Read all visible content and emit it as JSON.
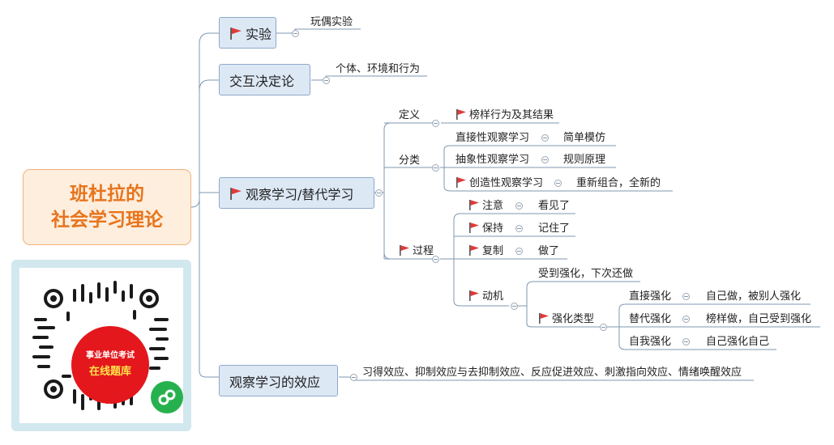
{
  "root": {
    "line1": "班杜拉的",
    "line2": "社会学习理论"
  },
  "topics": {
    "experiment": "实验",
    "interaction": "交互决定论",
    "observational": "观察学习/替代学习",
    "effects": "观察学习的效应"
  },
  "leaves": {
    "doll_experiment": "玩偶实验",
    "interaction_desc": "个体、环境和行为",
    "definition": "定义",
    "definition_desc": "榜样行为及其结果",
    "classification": "分类",
    "direct": "直接性观察学习",
    "direct_desc": "简单模仿",
    "abstract": "抽象性观察学习",
    "abstract_desc": "规则原理",
    "creative": "创造性观察学习",
    "creative_desc": "重新组合，全新的",
    "process": "过程",
    "attention": "注意",
    "attention_desc": "看见了",
    "retention": "保持",
    "retention_desc": "记住了",
    "reproduction": "复制",
    "reproduction_desc": "做了",
    "motivation": "动机",
    "motivation_desc": "受到强化，下次还做",
    "reinforcement_types": "强化类型",
    "direct_rf": "直接强化",
    "direct_rf_desc": "自己做，被别人强化",
    "vicarious_rf": "替代强化",
    "vicarious_rf_desc": "榜样做，自己受到强化",
    "self_rf": "自我强化",
    "self_rf_desc": "自己强化自己",
    "effects_desc": "习得效应、抑制效应与去抑制效应、反应促进效应、刺激指向效应、情绪唤醒效应"
  },
  "qr": {
    "line1": "事业单位考试",
    "line2": "在线题库"
  },
  "colors": {
    "flag": "#e03a3a",
    "topic_fill": "#dde8f5",
    "root_fill": "#fdeede",
    "root_text": "#e8741c",
    "line": "#7f97b2"
  }
}
